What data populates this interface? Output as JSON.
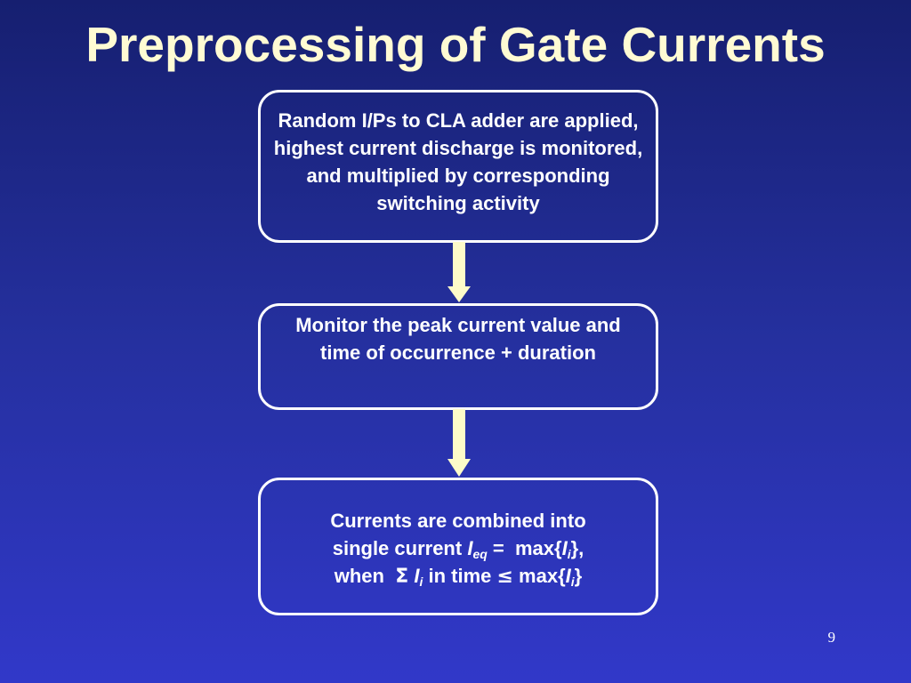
{
  "slide": {
    "title": "Preprocessing of Gate Currents",
    "page_number": "9"
  },
  "flowchart": {
    "step1": {
      "text": "Random I/Ps to CLA adder are applied, highest current discharge is monitored, and multiplied by corresponding switching activity"
    },
    "step2": {
      "text": "Monitor the peak current value and time of occurrence + duration"
    },
    "step3": {
      "line1": "Currents are combined into",
      "line2_prefix": "single current ",
      "i_eq_base": "I",
      "i_eq_sub": "eq",
      "line2_equals": " =  max{",
      "i_i_base": "I",
      "i_i_sub": "i",
      "line2_suffix": "},",
      "line3_prefix": "when  ",
      "sum_symbol": "Σ",
      "line3_ii_base": "I",
      "line3_ii_sub": "i",
      "line3_mid": " in time ",
      "leq_symbol": "≤",
      "line3_max": " max{",
      "line3_ii2_base": "I",
      "line3_ii2_sub": "i",
      "line3_end": "}"
    },
    "colors": {
      "arrow": "#fdfbc9",
      "title": "#fffbd3",
      "box_border": "#ffffff"
    }
  }
}
